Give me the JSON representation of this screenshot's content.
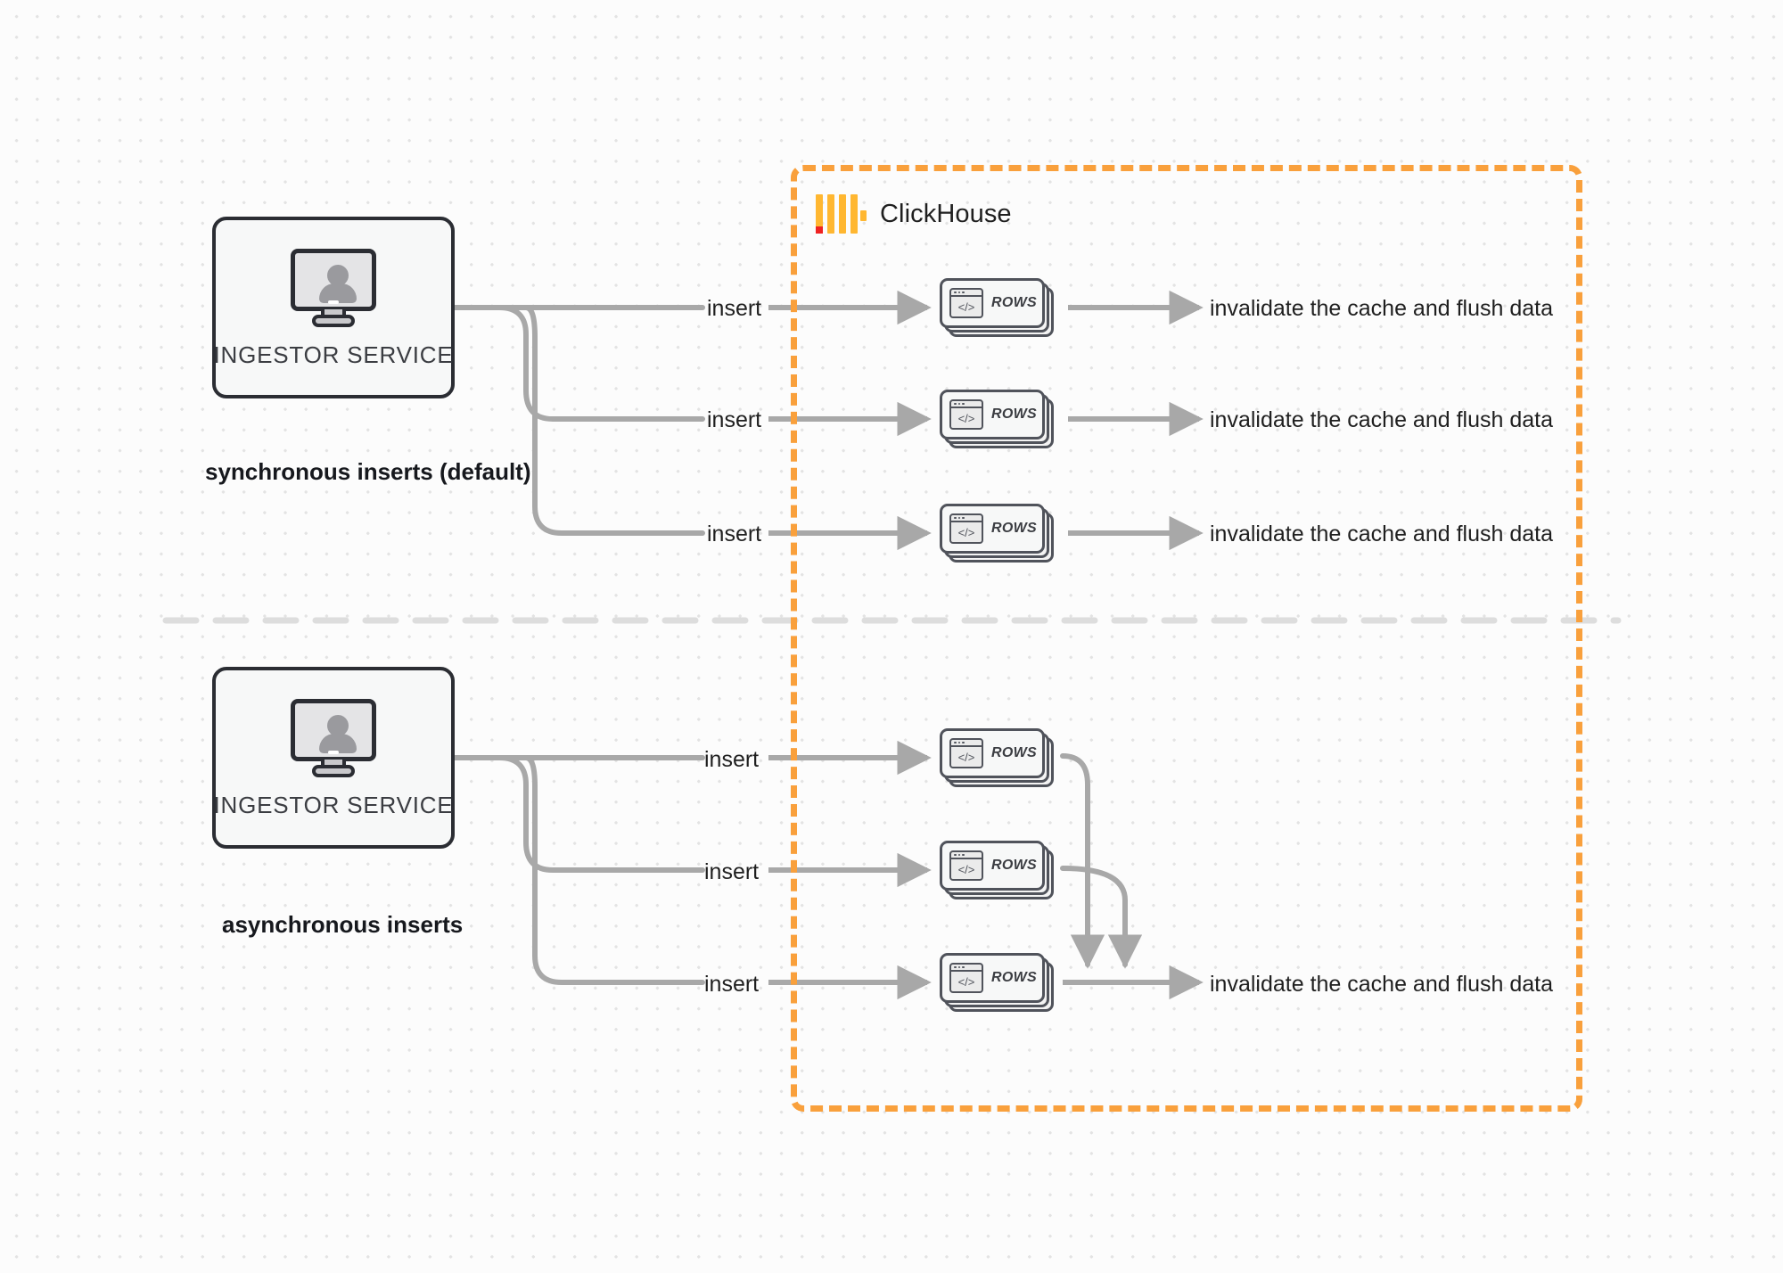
{
  "diagram": {
    "title": "ClickHouse synchronous vs asynchronous inserts",
    "colors": {
      "container_border": "#f9a03c",
      "logo_orange": "#ffb731",
      "logo_red": "#ef2222",
      "wire": "#a8a8a8",
      "box_border": "#2b2d33",
      "canvas": "#fcfcfc"
    }
  },
  "clickhouse": {
    "title": "ClickHouse",
    "logo_name": "clickhouse-logo"
  },
  "sections": [
    {
      "id": "synchronous",
      "caption": "synchronous inserts (default)",
      "ingestor": {
        "label": "INGESTOR SERVICE",
        "icon": "monitor-user-icon"
      },
      "flows": [
        {
          "insert_label": "insert",
          "rows_label": "ROWS",
          "outcome_label": "invalidate the cache and flush data"
        },
        {
          "insert_label": "insert",
          "rows_label": "ROWS",
          "outcome_label": "invalidate the cache and flush data"
        },
        {
          "insert_label": "insert",
          "rows_label": "ROWS",
          "outcome_label": "invalidate the cache and flush data"
        }
      ]
    },
    {
      "id": "asynchronous",
      "caption": "asynchronous inserts",
      "ingestor": {
        "label": "INGESTOR SERVICE",
        "icon": "monitor-user-icon"
      },
      "flows": [
        {
          "insert_label": "insert",
          "rows_label": "ROWS"
        },
        {
          "insert_label": "insert",
          "rows_label": "ROWS"
        },
        {
          "insert_label": "insert",
          "rows_label": "ROWS"
        }
      ],
      "merged_outcome_label": "invalidate the cache and flush data"
    }
  ],
  "code_glyph": "</>"
}
